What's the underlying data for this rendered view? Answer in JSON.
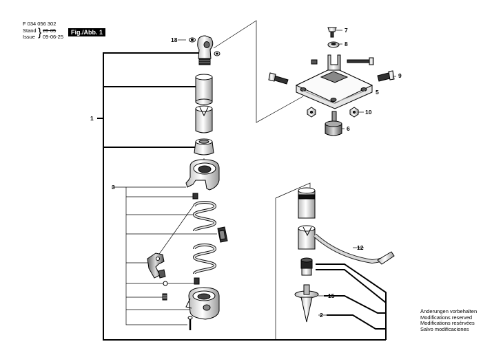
{
  "header": {
    "drawing_number": "F 034 056 302",
    "stand_label": "Stand",
    "stand_value": "20-05",
    "issue_label": "Issue",
    "issue_value": "09-06-25",
    "figure_label": "Fig./Abb. 1"
  },
  "callouts": {
    "c1": "1",
    "c2": "2",
    "c3": "3",
    "c5": "5",
    "c6": "6",
    "c7": "7",
    "c8": "8",
    "c9": "9",
    "c10": "10",
    "c12": "12",
    "c15": "15",
    "c18": "18"
  },
  "notes": [
    "Änderungen vorbehalten",
    "Modifications reserved",
    "Modifications resérvées",
    "Salvo modificaciones"
  ]
}
